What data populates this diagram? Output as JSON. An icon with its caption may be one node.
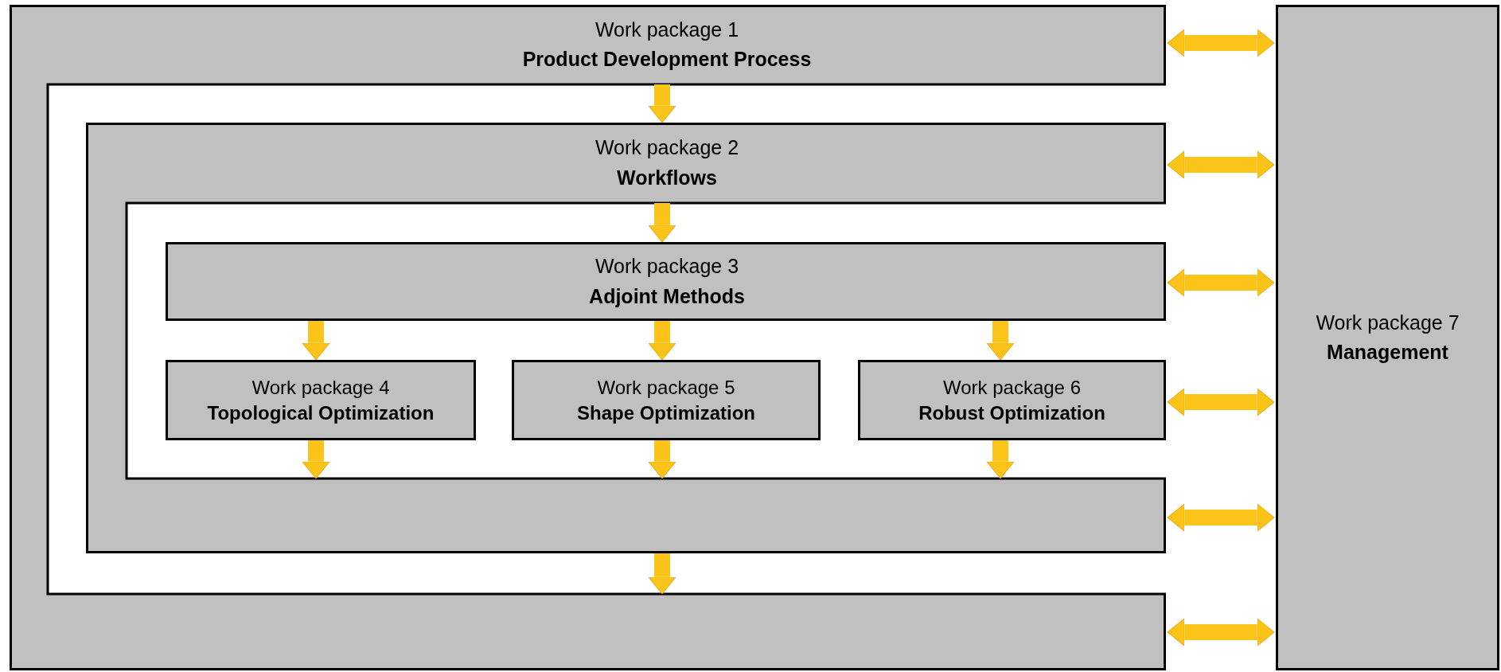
{
  "diagram": {
    "nodes": [
      {
        "text": [
          "Work package 1",
          "Product Development Process"
        ]
      },
      {
        "text": [
          "Work package 2",
          "Workflows"
        ],
        "in": 0
      },
      {
        "text": [
          "Work package 3",
          "Adjoint Methods"
        ],
        "in": 1
      },
      {
        "text": [
          "Work package 4",
          "Topological Optimization"
        ],
        "in": 1
      },
      {
        "text": [
          "Work package 5",
          "Shape Optimization"
        ],
        "in": 1
      },
      {
        "text": [
          "Work package 6",
          "Robust Optimization"
        ],
        "in": 1
      },
      {
        "text": [
          "Work package 7",
          "Management"
        ]
      }
    ],
    "edges": [
      {
        "from": 0,
        "to": 1,
        "arrow": "to"
      },
      {
        "from": 1,
        "to": 2,
        "arrow": "to"
      },
      {
        "from": 2,
        "to": 3,
        "arrow": "to"
      },
      {
        "from": 2,
        "to": 4,
        "arrow": "to"
      },
      {
        "from": 2,
        "to": 5,
        "arrow": "to"
      },
      {
        "from": 3,
        "to": 1,
        "arrow": "to"
      },
      {
        "from": 4,
        "to": 1,
        "arrow": "to"
      },
      {
        "from": 5,
        "to": 1,
        "arrow": "to"
      },
      {
        "from": 1,
        "to": 0,
        "arrow": "to"
      },
      {
        "from": 0,
        "to": 6,
        "arrow": "both"
      },
      {
        "from": 1,
        "to": 6,
        "arrow": "both"
      },
      {
        "from": 2,
        "to": 6,
        "arrow": "both"
      },
      {
        "from": 5,
        "to": 6,
        "arrow": "both"
      },
      {
        "from": 1,
        "to": 6,
        "arrow": "both"
      },
      {
        "from": 0,
        "to": 6,
        "arrow": "both"
      }
    ]
  }
}
